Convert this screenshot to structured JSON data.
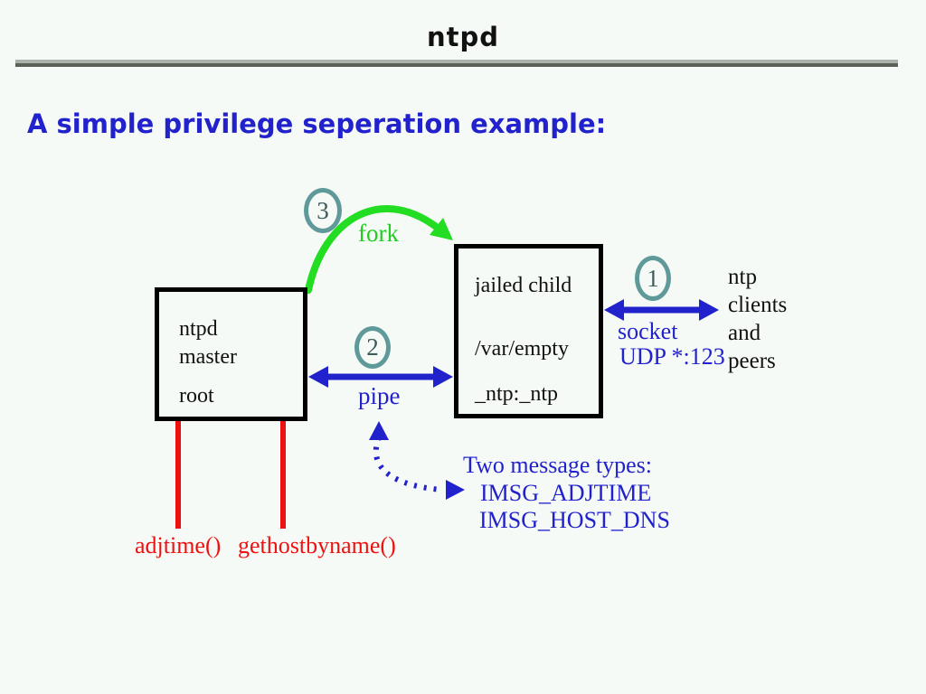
{
  "slide": {
    "title": "ntpd",
    "subtitle": "A simple privilege seperation example:"
  },
  "diagram": {
    "master_box": {
      "lines": [
        "ntpd",
        "master",
        "root"
      ]
    },
    "child_box": {
      "lines": [
        "jailed child",
        "/var/empty",
        "_ntp:_ntp"
      ]
    },
    "steps": [
      "1",
      "2",
      "3"
    ],
    "labels": {
      "fork": "fork",
      "pipe": "pipe",
      "socket": "socket",
      "udp": "UDP *:123",
      "clients_lines": [
        "ntp",
        "clients",
        "and",
        "peers"
      ],
      "message_types_title": "Two message types:",
      "message_types": [
        "IMSG_ADJTIME",
        "IMSG_HOST_DNS"
      ],
      "adjtime": "adjtime()",
      "gethostbyname": "gethostbyname()"
    },
    "colors": {
      "blue": "#2222cc",
      "green": "#22dd22",
      "red": "#ee1111",
      "teal_ring": "#5f9999",
      "rule_light": "#a9b2a9",
      "rule_dark": "#596159",
      "background": "#f6faf6"
    }
  }
}
